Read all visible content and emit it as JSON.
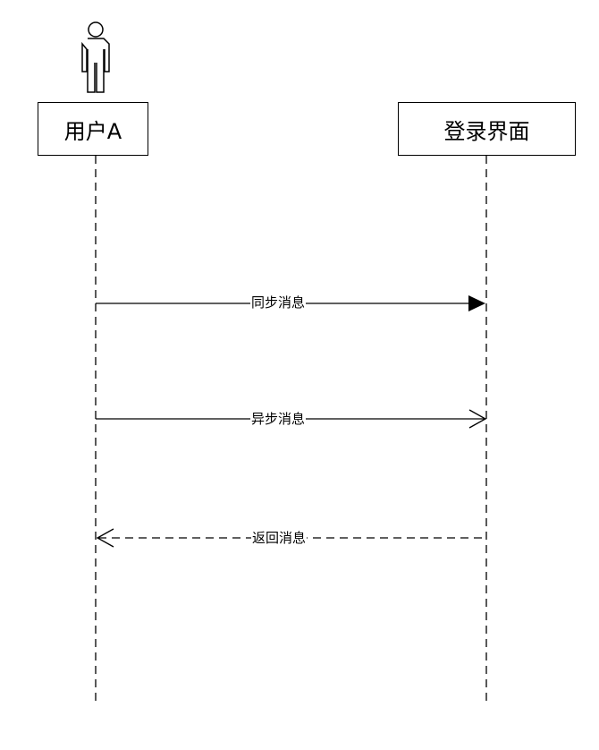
{
  "lifelines": [
    {
      "label": "用户A",
      "kind": "actor"
    },
    {
      "label": "登录界面",
      "kind": "object"
    }
  ],
  "messages": [
    {
      "label": "同步消息",
      "type": "synchronous",
      "from": "用户A",
      "to": "登录界面"
    },
    {
      "label": "异步消息",
      "type": "asynchronous",
      "from": "用户A",
      "to": "登录界面"
    },
    {
      "label": "返回消息",
      "type": "return",
      "from": "登录界面",
      "to": "用户A"
    }
  ]
}
